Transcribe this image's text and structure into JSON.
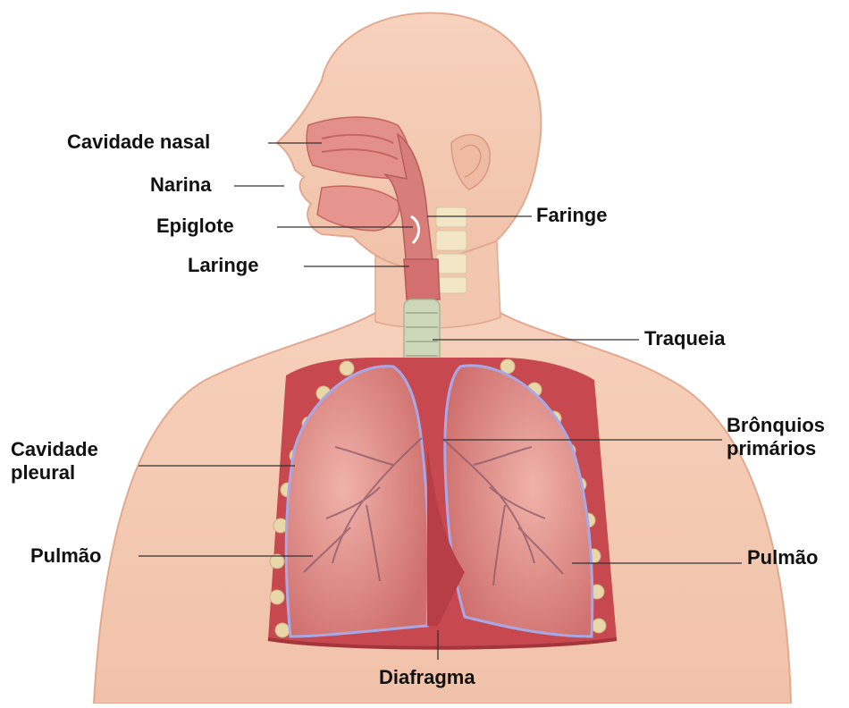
{
  "labels": {
    "nasal_cavity": "Cavidade nasal",
    "nostril": "Narina",
    "epiglottis": "Epiglote",
    "larynx": "Laringe",
    "pharynx": "Faringe",
    "trachea": "Traqueia",
    "pleural_cavity_1": "Cavidade",
    "pleural_cavity_2": "pleural",
    "bronchi_1": "Brônquios",
    "bronchi_2": "primários",
    "lung_left": "Pulmão",
    "lung_right": "Pulmão",
    "diaphragm": "Diafragma"
  },
  "colors": {
    "skin": "#f4c9b2",
    "skin_shadow": "#e7ad95",
    "lung": "#d97f7a",
    "lung_light": "#eaa49d",
    "pleura_line": "#a8a8e6",
    "rib_wall": "#b0313a",
    "rib": "#ead7a9",
    "trachea": "#c8d3b5",
    "airway": "#d46b6d",
    "bronchi_tree": "#8a5a6a",
    "diaphragm": "#c1454a",
    "leader": "#333333"
  }
}
